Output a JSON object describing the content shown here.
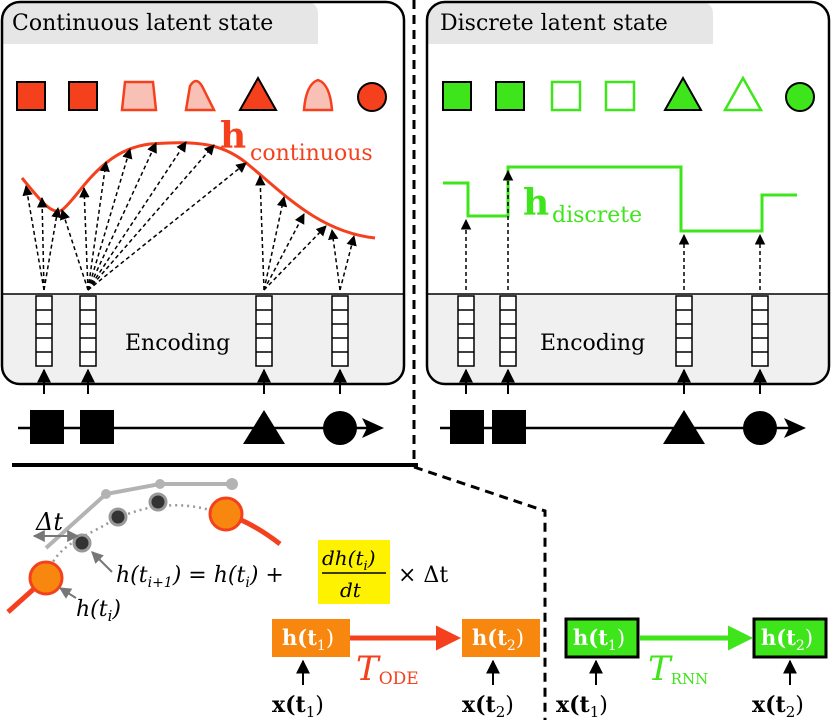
{
  "panels": {
    "continuous": {
      "title": "Continuous latent state",
      "encoding_label": "Encoding",
      "curve_label_main": "h",
      "curve_label_sub": "continuous"
    },
    "discrete": {
      "title": "Discrete latent state",
      "encoding_label": "Encoding",
      "curve_label_main": "h",
      "curve_label_sub": "discrete"
    }
  },
  "bottom": {
    "delta_t": "Δt",
    "update_lhs": "h(t",
    "update_lhs_sub": "i+1",
    "update_mid": ") = h(t",
    "update_mid_sub": "i",
    "update_mid_end": ") +",
    "frac_num": "dh(t",
    "frac_num_sub": "i",
    "frac_num_end": ")",
    "frac_den": "dt",
    "update_tail": "× Δt",
    "h_ti": "h(t",
    "h_ti_sub": "i",
    "h_ti_end": ")",
    "ode_from": "h(t",
    "ode_from_sub": "1",
    "ode_to": "h(t",
    "ode_to_sub": "2",
    "ode_op": "T",
    "ode_op_sub": "ODE",
    "rnn_from": "h(t",
    "rnn_from_sub": "1",
    "rnn_to": "h(t",
    "rnn_to_sub": "2",
    "rnn_op": "T",
    "rnn_op_sub": "RNN",
    "x1": "x(t",
    "x1_sub": "1",
    "x2": "x(t",
    "x2_sub": "2",
    "close_paren": ")"
  },
  "colors": {
    "continuous": "#f5401d",
    "continuous_light": "#f9c0b5",
    "discrete": "#3fe51b",
    "ode_box": "#f7870e",
    "rnn_box": "#3fe51b",
    "highlight": "#fff200",
    "panel_fill": "#f0f0f0"
  }
}
